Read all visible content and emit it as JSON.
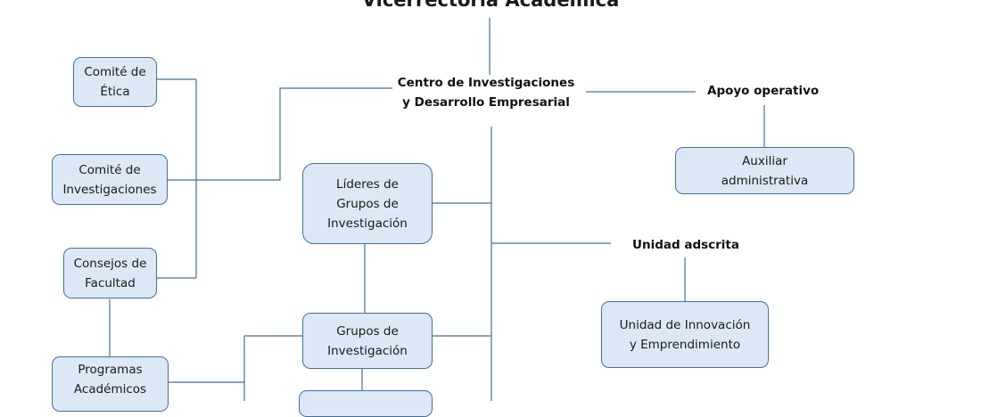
{
  "title": "Vicerrectoría Académica",
  "labels": {
    "centro": [
      "Centro de Investigaciones",
      "y Desarrollo  Empresarial"
    ],
    "apoyo": "Apoyo operativo",
    "unidad_adscrita": "Unidad adscrita"
  },
  "nodes": {
    "comite_etica": [
      "Comité de",
      "Ética"
    ],
    "comite_investigaciones": [
      "Comité de",
      "Investigaciones"
    ],
    "consejos_facultad": [
      "Consejos de",
      "Facultad"
    ],
    "programas_academicos": [
      "Programas",
      "Académicos"
    ],
    "lideres_grupos": [
      "Líderes de",
      "Grupos de",
      "Investigación"
    ],
    "grupos_investigacion": [
      "Grupos de",
      "Investigación"
    ],
    "auxiliar_administrativa": [
      "Auxiliar",
      "administrativa"
    ],
    "unidad_innovacion": [
      "Unidad de Innovación",
      "y Emprendimiento"
    ]
  },
  "colors": {
    "box_fill": "#dce8f6",
    "box_border": "#41719c",
    "connector": "#41719c"
  }
}
